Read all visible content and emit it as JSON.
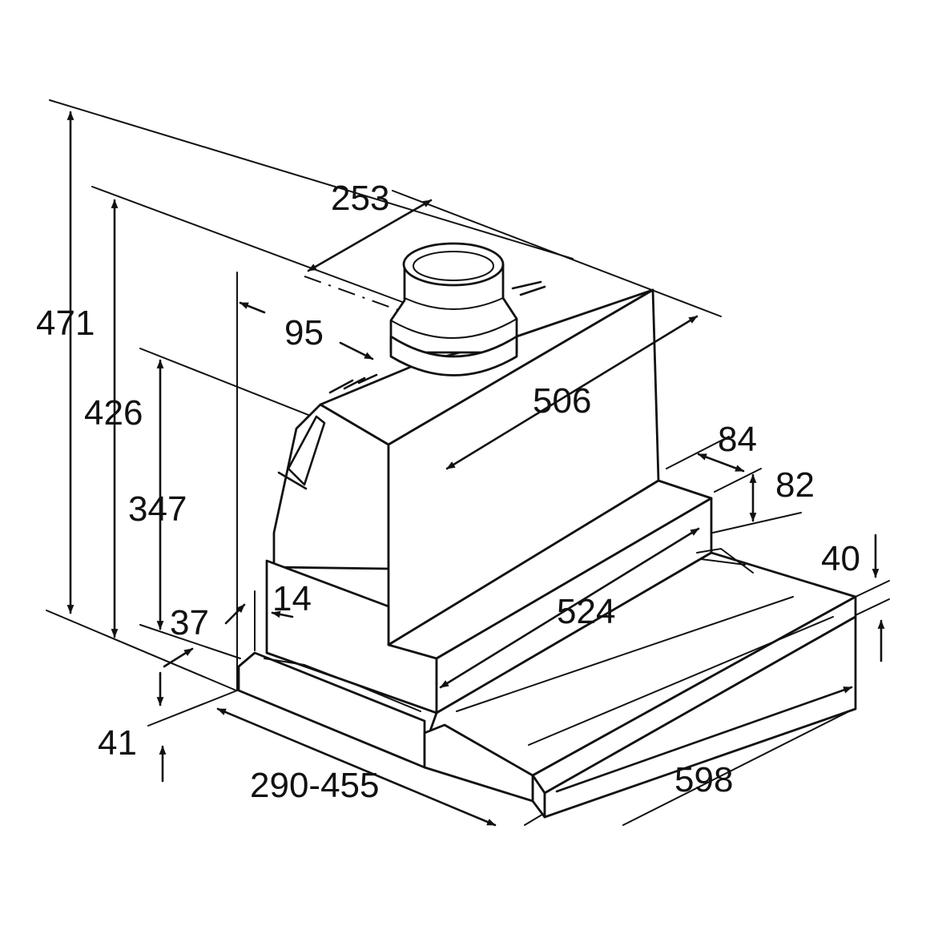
{
  "colors": {
    "line": "#111111",
    "background": "#ffffff"
  },
  "dimensions": {
    "height_total": "471",
    "height_426": "426",
    "height_347": "347",
    "offset_37": "37",
    "offset_14": "14",
    "depth_41": "41",
    "duct_offset_95": "95",
    "duct_diameter": "253",
    "body_width": "506",
    "step_84": "84",
    "step_82": "82",
    "front_40": "40",
    "inner_width": "524",
    "extension_range": "290-455",
    "total_width": "598"
  }
}
